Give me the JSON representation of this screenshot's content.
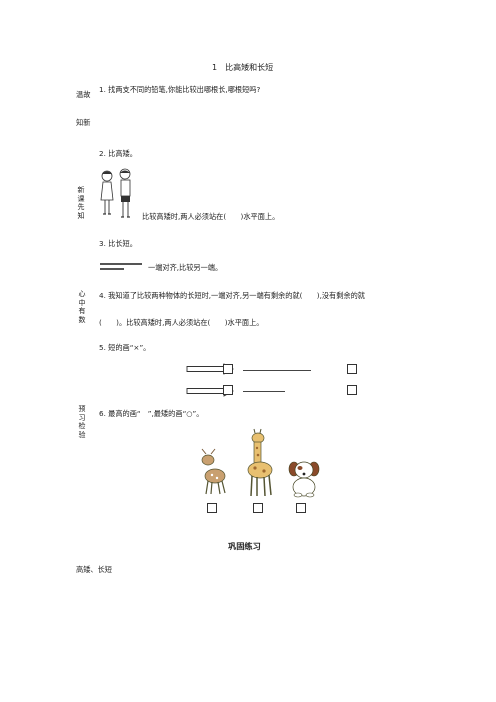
{
  "title": "1　比高矮和长短",
  "sidebar": {
    "review_1": "温故",
    "review_2": "知新",
    "preview_chars": "新课先知",
    "mind_chars": "心中有数",
    "check_chars": "预习检验"
  },
  "q1": "1. 找两支不同的铅笔,你能比较出哪根长,哪根短吗?",
  "q2": {
    "heading": "2. 比高矮。",
    "text": "比较高矮时,两人必须站在(　　)水平面上。"
  },
  "q3": {
    "heading": "3. 比长短。",
    "text": "一端对齐,比较另一端。"
  },
  "q4": {
    "line1": "4. 我知道了比较两种物体的长短时,一端对齐,另一端有剩余的就(　　),没有剩余的就",
    "line2": "(　　)。比较高矮时,两人必须站在(　　)水平面上。"
  },
  "q5": {
    "heading": "5. 短的画“×”。"
  },
  "q6": {
    "heading": "6. 最高的画“　”,最矮的画“○”。"
  },
  "consolidation": "巩固练习",
  "footer_text": "高矮、长短",
  "colors": {
    "line": "#444444",
    "text": "#222222"
  }
}
